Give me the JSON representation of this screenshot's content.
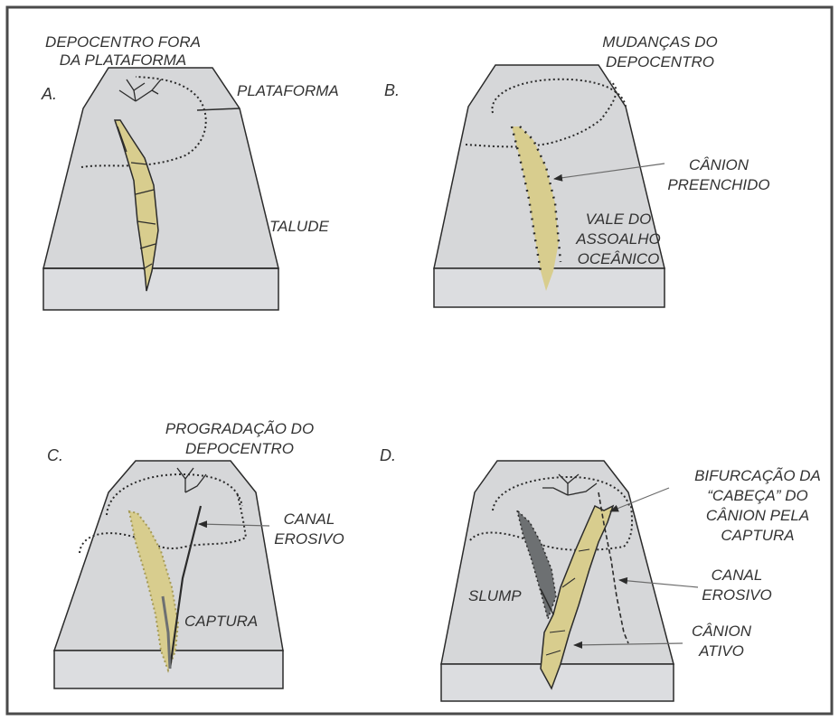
{
  "panels": {
    "a": {
      "letter": "A.",
      "title": [
        "DEPOCENTRO FORA",
        "DA PLATAFORMA"
      ],
      "labels": {
        "plataforma": "PLATAFORMA",
        "talude": "TALUDE"
      }
    },
    "b": {
      "letter": "B.",
      "title": [
        "MUDANÇAS DO",
        "DEPOCENTRO"
      ],
      "labels": {
        "canion": [
          "CÂNION",
          "PREENCHIDO"
        ],
        "vale": [
          "VALE DO",
          "ASSOALHO",
          "OCEÂNICO"
        ]
      }
    },
    "c": {
      "letter": "C.",
      "title": [
        "PROGRADAÇÃO DO",
        "DEPOCENTRO"
      ],
      "labels": {
        "canal": [
          "CANAL",
          "EROSIVO"
        ],
        "captura": "CAPTURA"
      }
    },
    "d": {
      "letter": "D.",
      "labels": {
        "bifurcacao": [
          "BIFURCAÇÃO DA",
          "“CABEÇA” DO",
          "CÂNION PELA",
          "CAPTURA"
        ],
        "canal": [
          "CANAL",
          "EROSIVO"
        ],
        "canion": [
          "CÂNION",
          "ATIVO"
        ],
        "slump": "SLUMP"
      }
    }
  },
  "colors": {
    "block": "#d6d7d9",
    "canyon_fill": "#d8cd8e",
    "slump_fill": "#6d7072",
    "line": "#2b2b2b",
    "frame": "#4a4a4a"
  }
}
